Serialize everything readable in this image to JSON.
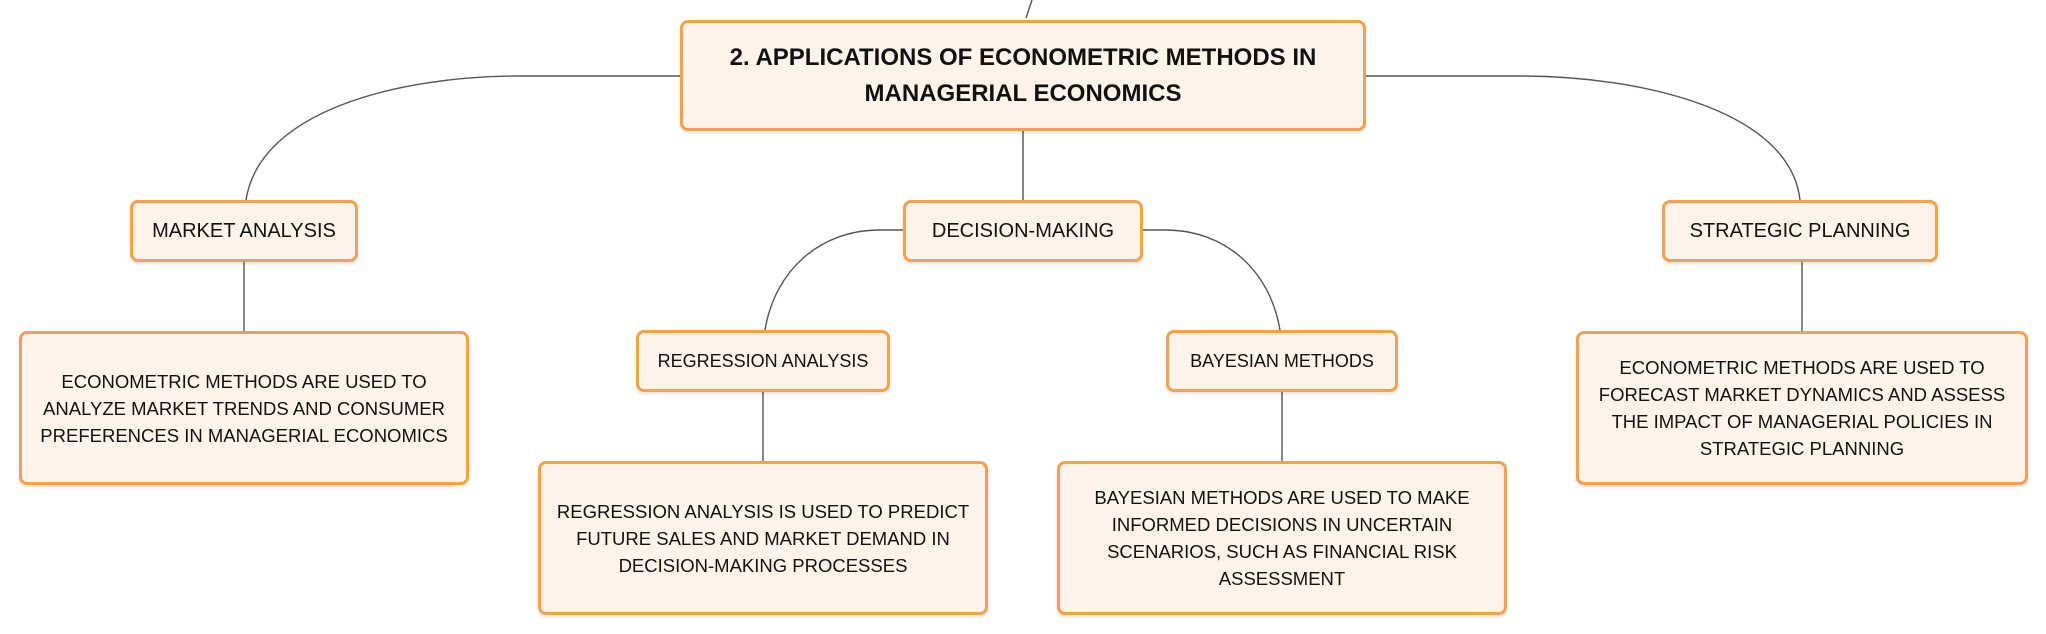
{
  "diagram": {
    "root": {
      "label": "2. APPLICATIONS OF ECONOMETRIC METHODS IN MANAGERIAL ECONOMICS"
    },
    "market_analysis": {
      "label": "MARKET ANALYSIS",
      "detail": "ECONOMETRIC METHODS ARE USED TO ANALYZE MARKET TRENDS AND CONSUMER PREFERENCES IN MANAGERIAL ECONOMICS"
    },
    "decision_making": {
      "label": "DECISION-MAKING",
      "regression": {
        "label": "REGRESSION ANALYSIS",
        "detail": "REGRESSION ANALYSIS IS USED TO PREDICT FUTURE SALES AND MARKET DEMAND IN DECISION-MAKING PROCESSES"
      },
      "bayesian": {
        "label": "BAYESIAN METHODS",
        "detail": "BAYESIAN METHODS ARE USED TO MAKE INFORMED DECISIONS IN UNCERTAIN SCENARIOS, SUCH AS FINANCIAL RISK ASSESSMENT"
      }
    },
    "strategic_planning": {
      "label": "STRATEGIC PLANNING",
      "detail": "ECONOMETRIC METHODS ARE USED TO FORECAST MARKET DYNAMICS AND ASSESS THE IMPACT OF MANAGERIAL POLICIES IN STRATEGIC PLANNING"
    }
  },
  "colors": {
    "node_fill": "#fdf3e8",
    "node_border": "#f2a24c",
    "connector": "#555555",
    "text": "#111111"
  }
}
